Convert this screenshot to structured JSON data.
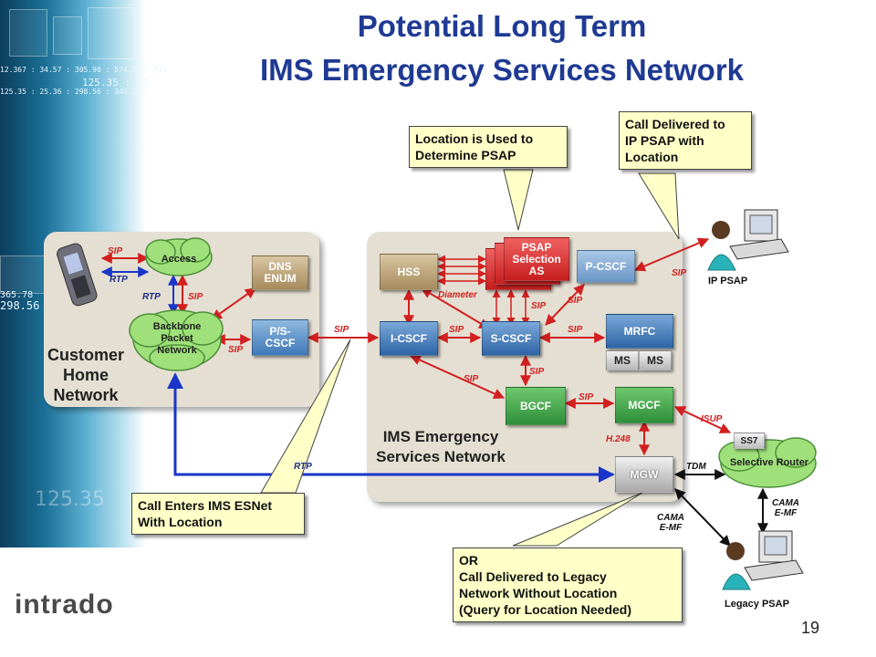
{
  "title": {
    "line1": "Potential Long Term",
    "line2": "IMS Emergency Services Network"
  },
  "logo": "intrado",
  "slide_number": "19",
  "decor_numbers": [
    "12.367 : 34.57 : 305.90 : 574.23 : 734",
    "125.35 : 25",
    "125.35 : 25.36 : 298.56 : 340.78 :",
    "125.35",
    "298.56",
    "125.35",
    "365.78"
  ],
  "networks": {
    "customer": "Customer\nHome\nNetwork",
    "ims": "IMS Emergency\nServices Network"
  },
  "nodes": {
    "access": "Access",
    "backbone": "Backbone\nPacket\nNetwork",
    "dns": "DNS\nENUM",
    "pscscf": "P/S-\nCSCF",
    "hss": "HSS",
    "psap_sel": "PSAP\nSelection\nAS",
    "pcscf": "P-CSCF",
    "icscf": "I-CSCF",
    "scscf": "S-CSCF",
    "mrfc": "MRFC",
    "ms1": "MS",
    "ms2": "MS",
    "bgcf": "BGCF",
    "mgcf": "MGCF",
    "mgw": "MGW",
    "ss7": "SS7",
    "selective_router": "Selective Router"
  },
  "labels": {
    "sip": "SIP",
    "rtp": "RTP",
    "diameter": "Diameter",
    "isup": "ISUP",
    "h248": "H.248",
    "tdm": "TDM",
    "cama1": "CAMA\nE-MF",
    "cama2": "CAMA\nE-MF",
    "ip_psap": "IP PSAP",
    "legacy_psap": "Legacy PSAP"
  },
  "callouts": {
    "location": "Location is Used to\nDetermine PSAP",
    "delivered": "Call Delivered to\nIP PSAP with\nLocation",
    "enters": "Call Enters IMS ESNet\nWith Location",
    "legacy": "OR\nCall Delivered to Legacy\nNetwork Without Location\n(Query for Location Needed)"
  },
  "colors": {
    "title": "#1f3a93",
    "sip_red": "#d21f1f",
    "rtp_blue": "#1a35c8",
    "panel": "#e4dfd2",
    "callout": "#ffffc8"
  }
}
